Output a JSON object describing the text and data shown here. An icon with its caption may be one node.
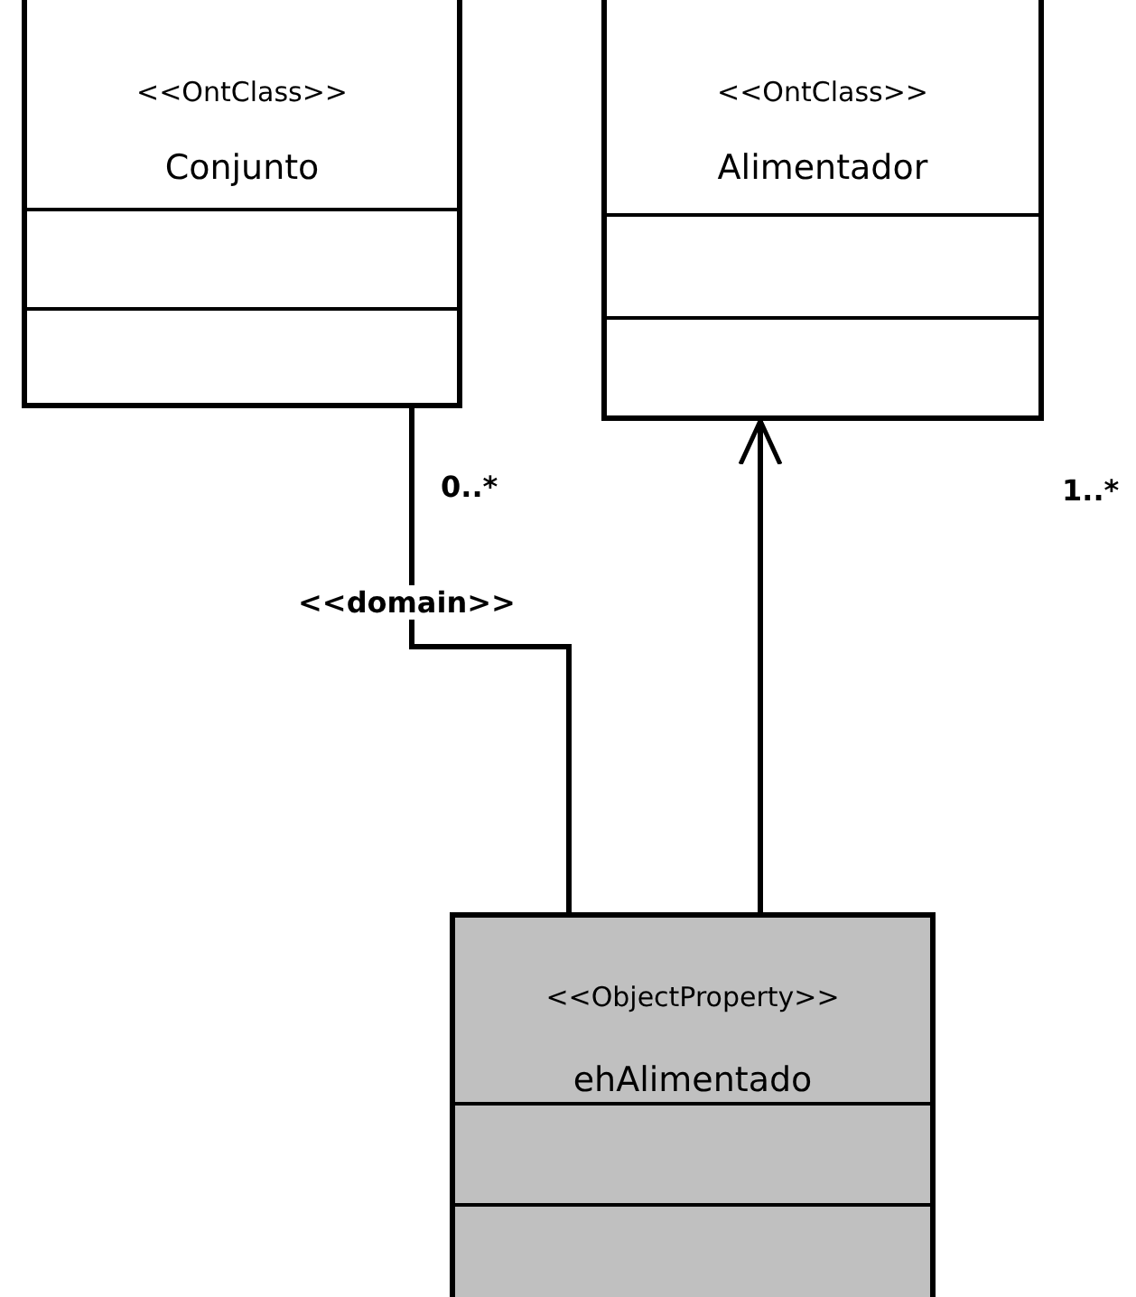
{
  "diagram": {
    "nodes": [
      {
        "text": [
          "<<OntClass>>",
          "Conjunto"
        ]
      },
      {
        "text": [
          "<<OntClass>>",
          "Alimentador"
        ]
      },
      {
        "text": [
          "<<ObjectProperty>>",
          "ehAlimentado"
        ]
      }
    ],
    "edges": [
      {
        "from": 2,
        "to": 0,
        "arrow": "none",
        "label": "<<domain>>"
      },
      {
        "from": 2,
        "to": 1,
        "arrow": "to"
      }
    ],
    "labels": [
      "0..*",
      "1..*"
    ]
  }
}
